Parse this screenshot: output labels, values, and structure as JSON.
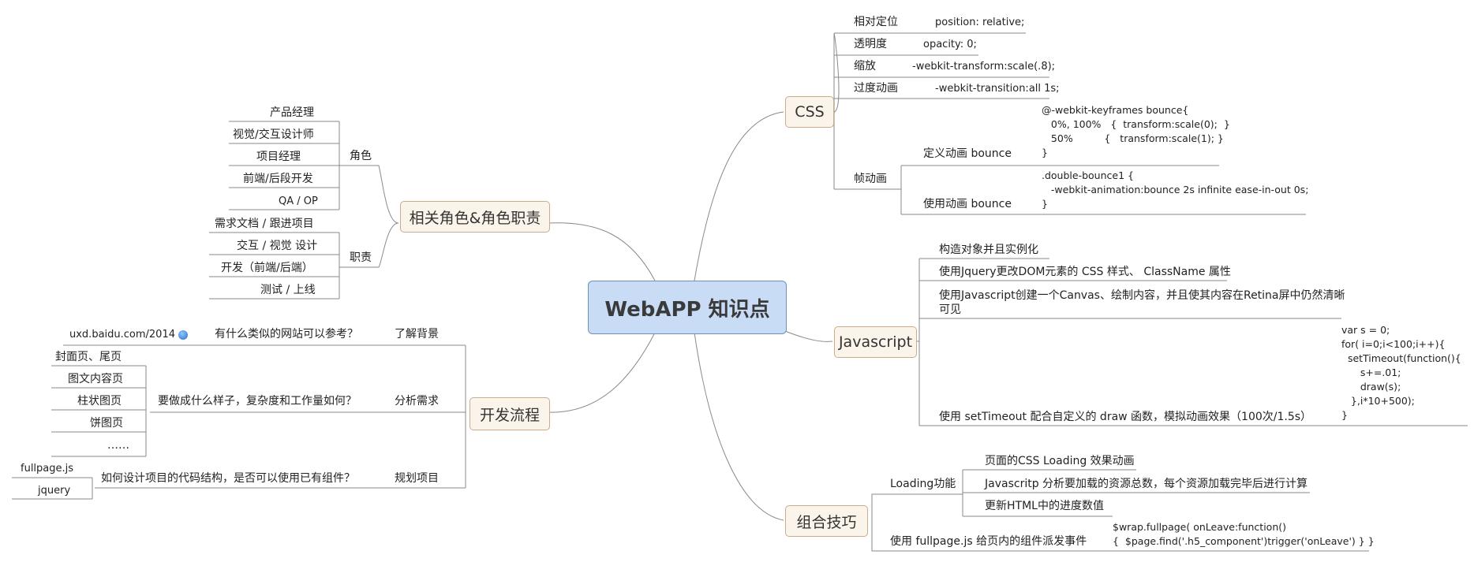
{
  "center": {
    "label": "WebAPP 知识点"
  },
  "roles": {
    "label": "相关角色&角色职责",
    "role_group": {
      "label": "角色",
      "items": [
        "产品经理",
        "视觉/交互设计师",
        "项目经理",
        "前端/后段开发",
        "QA / OP"
      ]
    },
    "duty_group": {
      "label": "职责",
      "items": [
        "需求文档 / 跟进项目",
        "交互 / 视觉 设计",
        "开发（前端/后端）",
        "测试 / 上线"
      ]
    }
  },
  "process": {
    "label": "开发流程",
    "background": {
      "label": "了解背景",
      "question": "有什么类似的网站可以参考？",
      "link": "uxd.baidu.com/2014"
    },
    "analysis": {
      "label": "分析需求",
      "question": "要做成什么样子，复杂度和工作量如何？",
      "items": [
        "封面页、尾页",
        "图文内容页",
        "柱状图页",
        "饼图页",
        "……"
      ]
    },
    "planning": {
      "label": "规划项目",
      "question": "如何设计项目的代码结构，是否可以使用已有组件？",
      "items": [
        "fullpage.js",
        "jquery"
      ]
    }
  },
  "css": {
    "label": "CSS",
    "rows": [
      {
        "label": "相对定位",
        "code": "position: relative;"
      },
      {
        "label": "透明度",
        "code": "opacity: 0;"
      },
      {
        "label": "缩放",
        "code": "-webkit-transform:scale(.8);"
      },
      {
        "label": "过度动画",
        "code": "-webkit-transition:all 1s;"
      }
    ],
    "keyframe": {
      "label": "帧动画",
      "define_label": "定义动画  bounce",
      "define_code": "@-webkit-keyframes bounce{\n   0%, 100%   {  transform:scale(0);  }\n   50%          {   transform:scale(1); }\n}",
      "use_label": "使用动画  bounce",
      "use_code": ".double-bounce1 {\n   -webkit-animation:bounce 2s infinite ease-in-out 0s;\n}"
    }
  },
  "javascript": {
    "label": "Javascript",
    "items": [
      "构造对象并且实例化",
      "使用Jquery更改DOM元素的 CSS 样式、 ClassName 属性",
      "使用Javascript创建一个Canvas、绘制内容，并且使其内容在Retina屏中仍然清晰",
      "可见",
      "使用 setTimeout 配合自定义的 draw 函数，模拟动画效果（100次/1.5s）"
    ],
    "code": "var s = 0;\nfor( i=0;i<100;i++){\n  setTimeout(function(){\n      s+=.01;\n      draw(s);\n   },i*10+500);\n}"
  },
  "combo": {
    "label": "组合技巧",
    "loading": {
      "label": "Loading功能",
      "items": [
        "页面的CSS Loading 效果动画",
        "Javascritp 分析要加载的资源总数，每个资源加载完毕后进行计算",
        "更新HTML中的进度数值"
      ]
    },
    "fullpage": {
      "label": "使用 fullpage.js 给页内的组件派发事件",
      "code": "$wrap.fullpage( onLeave:function()\n{  $page.find('.h5_component')trigger('onLeave') } }"
    }
  }
}
